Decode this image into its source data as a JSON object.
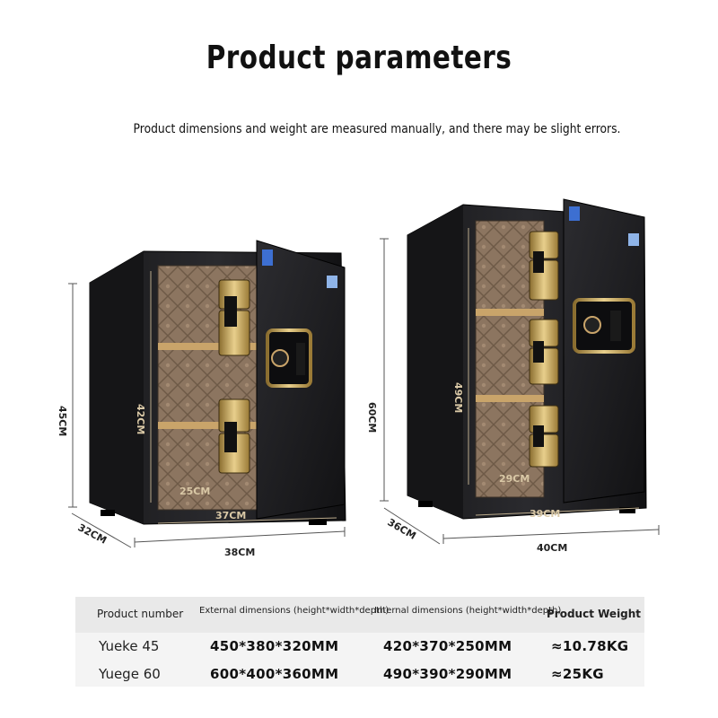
{
  "header": {
    "title": "Product parameters",
    "subtitle": "Product dimensions and weight are measured manually, and there may be slight errors."
  },
  "safe_small": {
    "height": "45CM",
    "width": "38CM",
    "depth": "32CM",
    "inner_height": "42CM",
    "inner_width": "37CM",
    "inner_depth": "25CM"
  },
  "safe_large": {
    "height": "60CM",
    "width": "40CM",
    "depth": "36CM",
    "inner_height": "49CM",
    "inner_width": "39CM",
    "inner_depth": "29CM"
  },
  "table": {
    "headers": {
      "product": "Product number",
      "external": "External dimensions (height*width*depth)",
      "internal": "Internal dimensions (height*width*depth)",
      "weight": "Product Weight"
    },
    "rows": [
      {
        "name": "Yueke 45",
        "external": "450*380*320MM",
        "internal": "420*370*250MM",
        "weight": "≈10.78KG"
      },
      {
        "name": "Yuege 60",
        "external": "600*400*360MM",
        "internal": "490*390*290MM",
        "weight": "≈25KG"
      }
    ]
  }
}
